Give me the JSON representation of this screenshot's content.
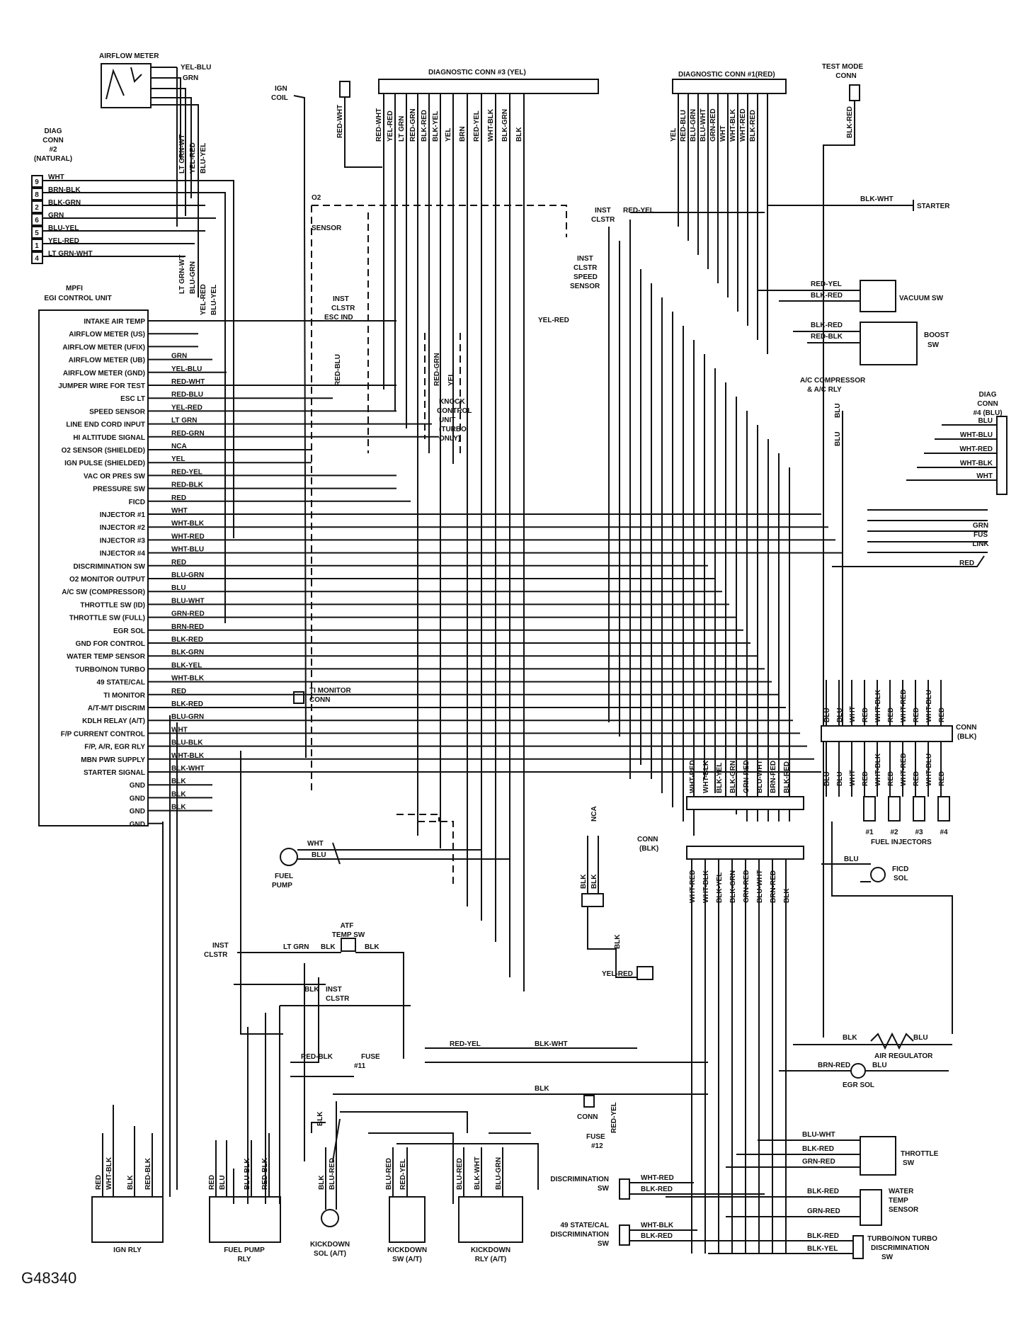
{
  "figure_id": "G48340",
  "ecu": {
    "title": [
      "MPFI",
      "EGI CONTROL UNIT"
    ],
    "pins": [
      {
        "name": "INTAKE AIR TEMP",
        "wire": ""
      },
      {
        "name": "AIRFLOW METER (US)",
        "wire": ""
      },
      {
        "name": "AIRFLOW METER (UFIX)",
        "wire": ""
      },
      {
        "name": "AIRFLOW METER (UB)",
        "wire": "GRN"
      },
      {
        "name": "AIRFLOW METER (GND)",
        "wire": "YEL-BLU"
      },
      {
        "name": "JUMPER WIRE FOR TEST",
        "wire": "RED-WHT"
      },
      {
        "name": "ESC LT",
        "wire": "RED-BLU"
      },
      {
        "name": "SPEED SENSOR",
        "wire": "YEL-RED"
      },
      {
        "name": "LINE END CORD INPUT",
        "wire": "LT GRN"
      },
      {
        "name": "HI ALTITUDE SIGNAL",
        "wire": "RED-GRN"
      },
      {
        "name": "O2 SENSOR (SHIELDED)",
        "wire": "NCA"
      },
      {
        "name": "IGN PULSE (SHIELDED)",
        "wire": "YEL"
      },
      {
        "name": "VAC OR PRES SW",
        "wire": "RED-YEL"
      },
      {
        "name": "PRESSURE SW",
        "wire": "RED-BLK"
      },
      {
        "name": "FICD",
        "wire": "RED"
      },
      {
        "name": "INJECTOR #1",
        "wire": "WHT"
      },
      {
        "name": "INJECTOR #2",
        "wire": "WHT-BLK"
      },
      {
        "name": "INJECTOR #3",
        "wire": "WHT-RED"
      },
      {
        "name": "INJECTOR #4",
        "wire": "WHT-BLU"
      },
      {
        "name": "DISCRIMINATION SW",
        "wire": "RED"
      },
      {
        "name": "O2 MONITOR OUTPUT",
        "wire": "BLU-GRN"
      },
      {
        "name": "A/C SW (COMPRESSOR)",
        "wire": "BLU"
      },
      {
        "name": "THROTTLE SW (ID)",
        "wire": "BLU-WHT"
      },
      {
        "name": "THROTTLE SW (FULL)",
        "wire": "GRN-RED"
      },
      {
        "name": "EGR SOL",
        "wire": "BRN-RED"
      },
      {
        "name": "GND FOR CONTROL",
        "wire": "BLK-RED"
      },
      {
        "name": "WATER TEMP SENSOR",
        "wire": "BLK-GRN"
      },
      {
        "name": "TURBO/NON TURBO",
        "wire": "BLK-YEL"
      },
      {
        "name": "49 STATE/CAL",
        "wire": "WHT-BLK"
      },
      {
        "name": "TI MONITOR",
        "wire": "RED"
      },
      {
        "name": "A/T-M/T DISCRIM",
        "wire": "BLK-RED"
      },
      {
        "name": "KDLH RELAY (A/T)",
        "wire": "BLU-GRN"
      },
      {
        "name": "F/P CURRENT CONTROL",
        "wire": "WHT"
      },
      {
        "name": "F/P, A/R, EGR RLY",
        "wire": "BLU-BLK"
      },
      {
        "name": "MBN PWR SUPPLY",
        "wire": "WHT-BLK"
      },
      {
        "name": "STARTER SIGNAL",
        "wire": "BLK-WHT"
      },
      {
        "name": "GND",
        "wire": "BLK"
      },
      {
        "name": "GND",
        "wire": "BLK"
      },
      {
        "name": "GND",
        "wire": "BLK"
      },
      {
        "name": "GND",
        "wire": ""
      }
    ]
  },
  "diag_conn_2": {
    "title": [
      "DIAG",
      "CONN",
      "#2",
      "(NATURAL)"
    ],
    "pins": [
      {
        "num": "9",
        "wire": "WHT"
      },
      {
        "num": "8",
        "wire": "BRN-BLK"
      },
      {
        "num": "2",
        "wire": "BLK-GRN"
      },
      {
        "num": "6",
        "wire": "GRN"
      },
      {
        "num": "5",
        "wire": "BLU-YEL"
      },
      {
        "num": "1",
        "wire": "YEL-RED"
      },
      {
        "num": "4",
        "wire": "LT GRN-WHT"
      }
    ]
  },
  "airflow_meter": {
    "title": "AIRFLOW METER",
    "wires": [
      "YEL-BLU",
      "GRN",
      "LT GRN-WT",
      "YEL-RED",
      "BLU-YEL"
    ]
  },
  "ecu_top_wires": [
    "LT GRN-WT",
    "BLU-GRN",
    "YEL-RED",
    "BLU-YEL"
  ],
  "ign_coil": {
    "label": [
      "IGN",
      "COIL"
    ],
    "wire": "RED-WHT"
  },
  "o2_sensor": {
    "label": [
      "O2",
      "SENSOR"
    ]
  },
  "diag_conn_3": {
    "title": "DIAGNOSTIC CONN #3 (YEL)",
    "wires": [
      "RED-WHT",
      "YEL-RED",
      "LT GRN",
      "RED-GRN",
      "BLK-RED",
      "BLK-YEL",
      "YEL",
      "BRN",
      "RED-YEL",
      "WHT-BLK",
      "BLK-GRN",
      "BLK"
    ]
  },
  "diag_conn_1": {
    "title": "DIAGNOSTIC CONN #1(RED)",
    "wires": [
      "YEL",
      "RED-BLU",
      "BLU-GRN",
      "BLU-WHT",
      "GRN-RED",
      "WHT",
      "WHT-BLK",
      "WHT-RED",
      "BLK-RED"
    ]
  },
  "test_mode_conn": {
    "label": [
      "TEST MODE",
      "CONN"
    ],
    "wire": "BLK-RED"
  },
  "starter": {
    "label": "STARTER",
    "wire": "BLK-WHT"
  },
  "inst_clstr_top": {
    "label": [
      "INST",
      "CLSTR"
    ],
    "wire": "RED-YEL"
  },
  "speed_sensor": {
    "label": [
      "INST",
      "CLSTR",
      "SPEED",
      "SENSOR"
    ],
    "wire": "YEL-RED"
  },
  "esc_ind": {
    "label": [
      "INST",
      "CLSTR",
      "ESC IND"
    ],
    "wire": "RED-BLU"
  },
  "knock_unit": {
    "label": [
      "KNOCK",
      "CONTROL",
      "UNIT",
      "(TURBO",
      "ONLY)"
    ],
    "wires": [
      "RED-GRN",
      "YEL"
    ]
  },
  "vacuum_sw": {
    "label": "VACUUM SW",
    "wires": [
      "RED-YEL",
      "BLK-RED"
    ]
  },
  "boost_sw": {
    "label": [
      "BOOST",
      "SW"
    ],
    "wires": [
      "BLK-RED",
      "RED-BLK"
    ]
  },
  "ac_comp": {
    "label": [
      "A/C COMPRESSOR",
      "& A/C RLY"
    ],
    "wires": [
      "BLU",
      "BLU"
    ]
  },
  "diag_conn_4": {
    "label": [
      "DIAG",
      "CONN",
      "#4 (BLU)"
    ],
    "wires": [
      "BLU",
      "WHT-BLU",
      "WHT-RED",
      "WHT-BLK",
      "WHT"
    ]
  },
  "fus_link": {
    "label": [
      "GRN",
      "FUS",
      "LINK"
    ],
    "wire": "RED"
  },
  "conn_blk_right": {
    "label": [
      "CONN",
      "(BLK)"
    ],
    "top": [
      "BLU",
      "BLU",
      "WHT",
      "RED",
      "WHT-BLK",
      "RED",
      "WHT-RED",
      "RED",
      "WHT-BLU",
      "RED"
    ],
    "bottom": [
      "BLU",
      "BLU",
      "WHT",
      "RED",
      "WHT-BLK",
      "RED",
      "WHT-RED",
      "RED",
      "WHT-BLU",
      "RED"
    ]
  },
  "fuel_injectors": {
    "label": "FUEL INJECTORS",
    "nums": [
      "#1",
      "#2",
      "#3",
      "#4"
    ]
  },
  "ficd_sol": {
    "label": [
      "FICD",
      "SOL"
    ],
    "wire": "BLU"
  },
  "ti_monitor": {
    "label": [
      "TI MONITOR",
      "CONN"
    ]
  },
  "fuel_pump": {
    "label": [
      "FUEL",
      "PUMP"
    ],
    "wires": [
      "WHT",
      "BLU"
    ]
  },
  "nca_conn": {
    "label": "NCA",
    "wires": [
      "BLK",
      "BLK",
      "BLK",
      "YEL-RED"
    ]
  },
  "conn_blk_mid": {
    "label": [
      "CONN",
      "(BLK)"
    ],
    "top": [
      "WHT-RED",
      "WHT-BLK",
      "BLK-YEL",
      "BLK-GRN",
      "GRN-RED",
      "BLU-WHT",
      "BRN-RED",
      "BLK-RED"
    ],
    "bottom": [
      "WHT-RED",
      "WHT-BLK",
      "BLK-YEL",
      "BLK-GRN",
      "GRN-RED",
      "BLU-WHT",
      "BRN-RED",
      "BLK"
    ]
  },
  "atf_temp_sw": {
    "label": [
      "ATF",
      "TEMP SW"
    ],
    "wires": [
      "LT GRN",
      "BLK",
      "BLK"
    ]
  },
  "inst_clstr_left": {
    "label": [
      "INST",
      "CLSTR"
    ]
  },
  "inst_clstr_mid": {
    "label": [
      "INST",
      "CLSTR"
    ],
    "wire": "BLK"
  },
  "fuse_11": {
    "label": [
      "FUSE",
      "#11"
    ],
    "wire": "RED-BLK"
  },
  "fuse_12": {
    "label": [
      "FUSE",
      "#12"
    ],
    "wire": "RED-YEL"
  },
  "misc_wires": {
    "red_yel": "RED-YEL",
    "blk_wht": "BLK-WHT",
    "blk": "BLK",
    "conn": "CONN"
  },
  "air_regulator": {
    "label": "AIR REGULATOR",
    "wires": [
      "BLK",
      "BLU"
    ]
  },
  "egr_sol": {
    "label": "EGR SOL",
    "wires": [
      "BRN-RED",
      "BLU"
    ]
  },
  "throttle_sw": {
    "label": [
      "THROTTLE",
      "SW"
    ],
    "wires": [
      "BLU-WHT",
      "BLK-RED",
      "GRN-RED"
    ]
  },
  "water_temp": {
    "label": [
      "WATER",
      "TEMP",
      "SENSOR"
    ],
    "wires": [
      "BLK-RED",
      "GRN-RED"
    ]
  },
  "discrim_sw": {
    "label": [
      "DISCRIMINATION",
      "SW"
    ],
    "wires": [
      "WHT-RED",
      "BLK-RED"
    ]
  },
  "state_discrim": {
    "label": [
      "49 STATE/CAL",
      "DISCRIMINATION",
      "SW"
    ],
    "wires": [
      "WHT-BLK",
      "BLK-RED"
    ]
  },
  "turbo_discrim": {
    "label": [
      "TURBO/NON TURBO",
      "DISCRIMINATION",
      "SW"
    ],
    "wires": [
      "BLK-RED",
      "BLK-YEL"
    ]
  },
  "ign_rly": {
    "label": "IGN RLY",
    "wires": [
      "RED",
      "WHT-BLK",
      "BLK",
      "RED-BLK"
    ]
  },
  "fuel_pump_rly": {
    "label": [
      "FUEL PUMP",
      "RLY"
    ],
    "wires": [
      "RED",
      "BLU",
      "BLU-BLK",
      "RED-BLK"
    ]
  },
  "kickdown_sol": {
    "label": [
      "KICKDOWN",
      "SOL (A/T)"
    ],
    "wires": [
      "BLK",
      "BLU-RED"
    ]
  },
  "kickdown_sw": {
    "label": [
      "KICKDOWN",
      "SW (A/T)"
    ],
    "wires": [
      "BLU-RED",
      "RED-YEL"
    ]
  },
  "kickdown_rly": {
    "label": [
      "KICKDOWN",
      "RLY (A/T)"
    ],
    "wires": [
      "BLU-RED",
      "BLK-WHT",
      "BLU-GRN"
    ]
  },
  "ground_blk": "BLK"
}
